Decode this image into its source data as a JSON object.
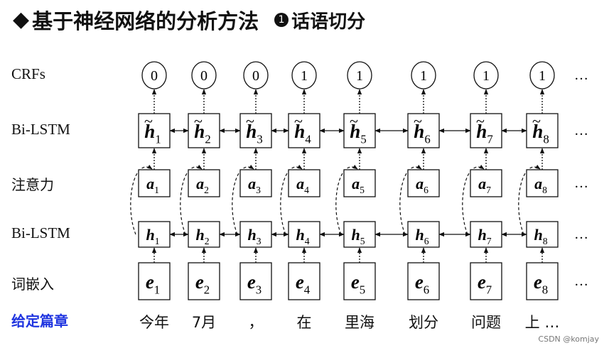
{
  "title": {
    "diamond": "◆",
    "main": "基于神经网络的分析方法",
    "bullet": "1",
    "sub": "话语切分"
  },
  "rows": {
    "crf": "CRFs",
    "bilstm_top": "Bi-LSTM",
    "attention": "注意力",
    "bilstm_bottom": "Bi-LSTM",
    "embedding": "词嵌入",
    "input": "给定篇章"
  },
  "labels": [
    "0",
    "0",
    "0",
    "1",
    "1",
    "1",
    "1",
    "1"
  ],
  "indices": [
    "1",
    "2",
    "3",
    "4",
    "5",
    "6",
    "7",
    "8"
  ],
  "symbols": {
    "h_tilde": "h",
    "attention": "a",
    "hidden": "h",
    "embedding": "e"
  },
  "words": [
    "今年",
    "7月",
    "，",
    "在",
    "里海",
    "划分",
    "问题",
    "上 …"
  ],
  "ellipsis": "…",
  "watermark": "CSDN @komjay",
  "colors": {
    "input_label": "#1f34e0"
  }
}
